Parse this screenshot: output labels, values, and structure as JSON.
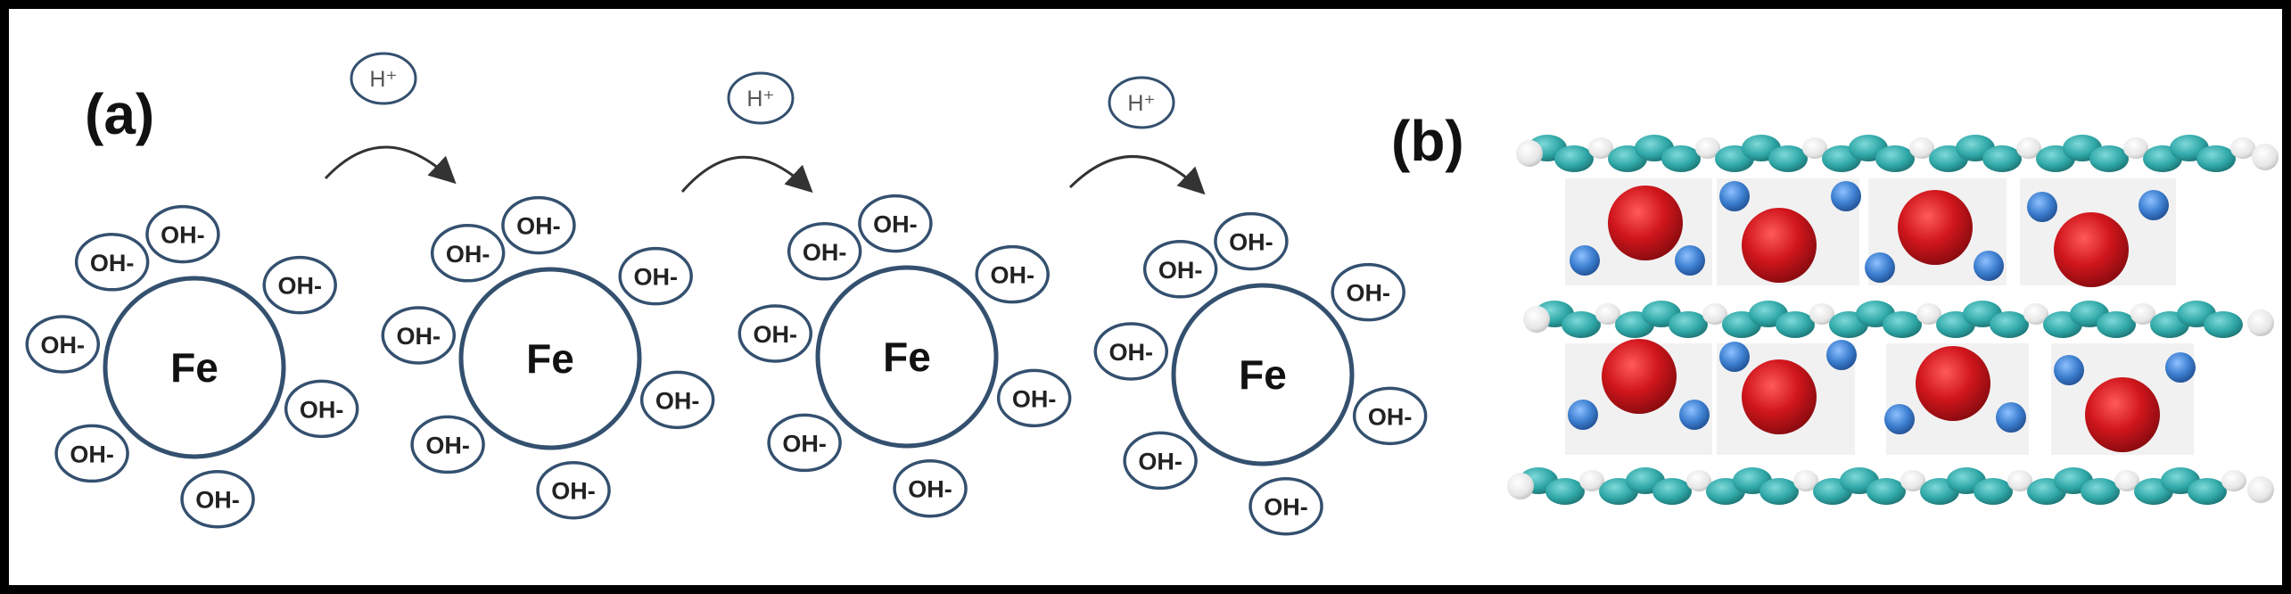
{
  "panel_a": {
    "label": "(a)",
    "proton_label": "H⁺",
    "arrows": [
      {
        "proton": "H⁺"
      },
      {
        "proton": "H⁺"
      },
      {
        "proton": "H⁺"
      }
    ],
    "units": [
      {
        "center": "Fe",
        "ligands": [
          "OH-",
          "OH-",
          "OH-",
          "OH-",
          "OH-",
          "OH-",
          "OH-"
        ]
      },
      {
        "center": "Fe",
        "ligands": [
          "OH-",
          "OH-",
          "OH-",
          "OH-",
          "OH-",
          "OH-",
          "OH-"
        ]
      },
      {
        "center": "Fe",
        "ligands": [
          "OH-",
          "OH-",
          "OH-",
          "OH-",
          "OH-",
          "OH-",
          "OH-"
        ]
      },
      {
        "center": "Fe",
        "ligands": [
          "OH-",
          "OH-",
          "OH-",
          "OH-",
          "OH-",
          "OH-",
          "OH-"
        ]
      }
    ],
    "colors": {
      "circle_stroke": "#34506f",
      "arrow": "#333333"
    }
  },
  "panel_b": {
    "label": "(b)",
    "colors": {
      "carbon": "#2fa7a7",
      "hydrogen_edge": "#e6e6e6",
      "oxygen": "#d0161c",
      "water_hydrogen": "#3d7fd0",
      "molecule_bg": "#f1f1f1"
    }
  }
}
